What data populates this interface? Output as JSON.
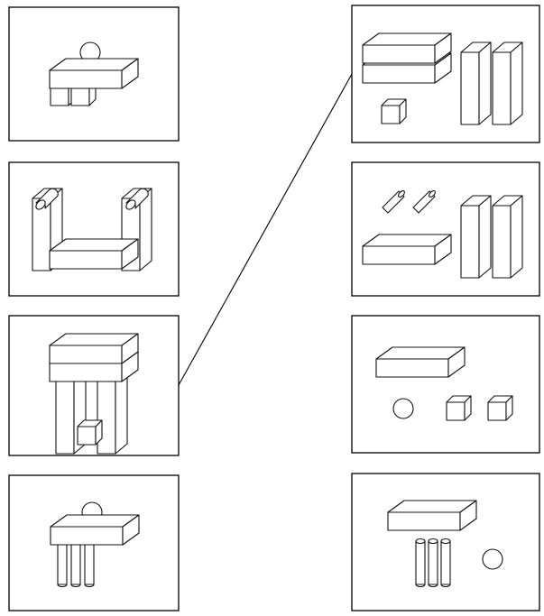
{
  "diagram": {
    "kind": "block-matching-worksheet",
    "assembled_structures": [
      {
        "id": "a1",
        "parts": [
          "sphere",
          "long-block",
          "cube",
          "cube"
        ]
      },
      {
        "id": "a2",
        "parts": [
          "cylinder",
          "cylinder",
          "tall-block",
          "tall-block",
          "long-block"
        ]
      },
      {
        "id": "a3",
        "parts": [
          "long-block",
          "long-block",
          "tall-block",
          "tall-block",
          "cube"
        ]
      },
      {
        "id": "a4",
        "parts": [
          "sphere",
          "long-block",
          "cylinder",
          "cylinder",
          "cylinder"
        ]
      }
    ],
    "part_sets": [
      {
        "id": "p1",
        "parts": [
          "long-block",
          "long-block",
          "tall-block",
          "tall-block",
          "cube"
        ]
      },
      {
        "id": "p2",
        "parts": [
          "cylinder",
          "cylinder",
          "long-block",
          "tall-block",
          "tall-block"
        ]
      },
      {
        "id": "p3",
        "parts": [
          "long-block",
          "sphere",
          "cube",
          "cube"
        ]
      },
      {
        "id": "p4",
        "parts": [
          "long-block",
          "cylinder",
          "cylinder",
          "cylinder",
          "sphere"
        ]
      }
    ],
    "connections": [
      {
        "from": "a3",
        "to": "p1"
      }
    ]
  },
  "colors": {
    "ink": "#111111",
    "paper": "#ffffff"
  }
}
